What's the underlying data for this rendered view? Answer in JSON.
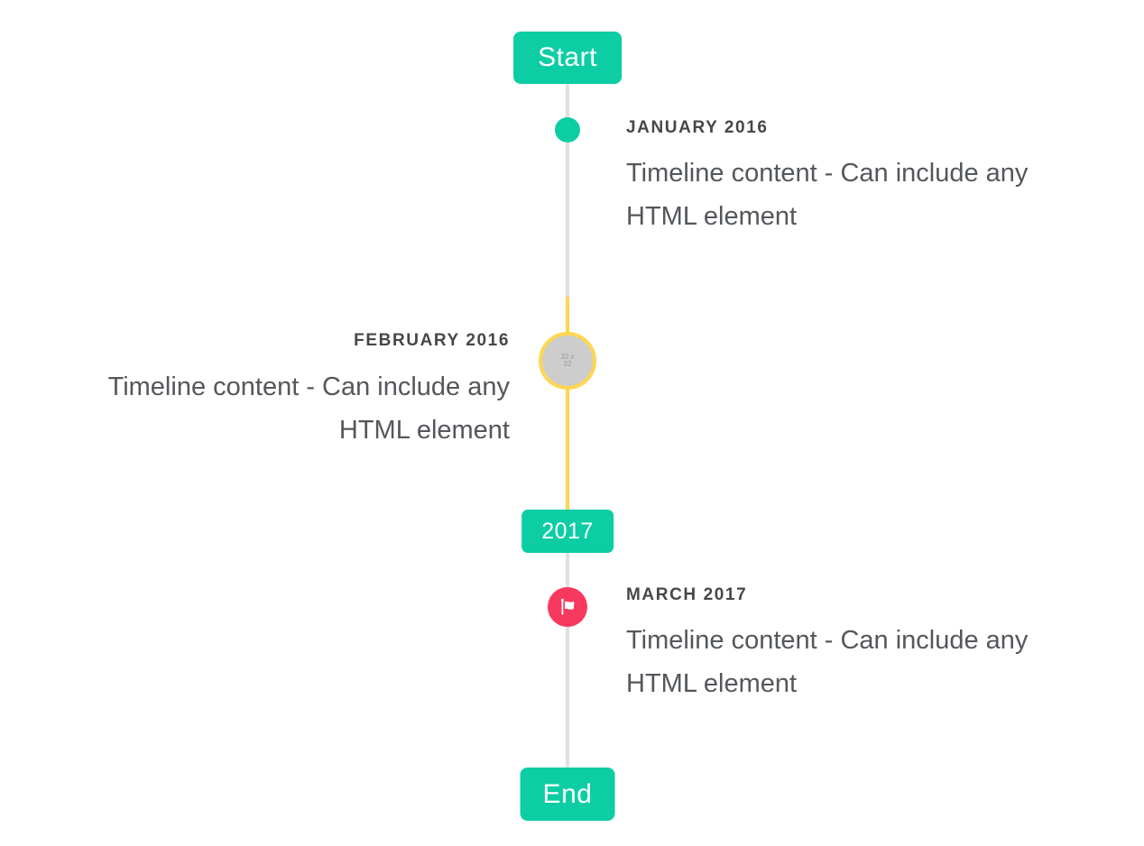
{
  "colors": {
    "teal": "#0dcda4",
    "yellow": "#ffd64f",
    "red": "#f8395f",
    "line": "#e0e0e0",
    "marker_gray": "#cdcdcd",
    "marker_placeholder_text": "#9b9b9b",
    "date_text": "#45474a",
    "body_text": "#54575b",
    "background": "#ffffff"
  },
  "timeline": {
    "start_badge": "Start",
    "end_badge": "End",
    "year_badge": "2017",
    "events": [
      {
        "date": "JANUARY 2016",
        "content": "Timeline content - Can include any HTML element",
        "side": "right",
        "marker": "teal-dot"
      },
      {
        "date": "FEBRUARY 2016",
        "content": "Timeline content - Can include any HTML element",
        "side": "left",
        "marker": "image-placeholder-circle",
        "marker_placeholder": "32 x32"
      },
      {
        "date": "MARCH 2017",
        "content": "Timeline content - Can include any HTML element",
        "side": "right",
        "marker": "red-flag-dot"
      }
    ]
  }
}
